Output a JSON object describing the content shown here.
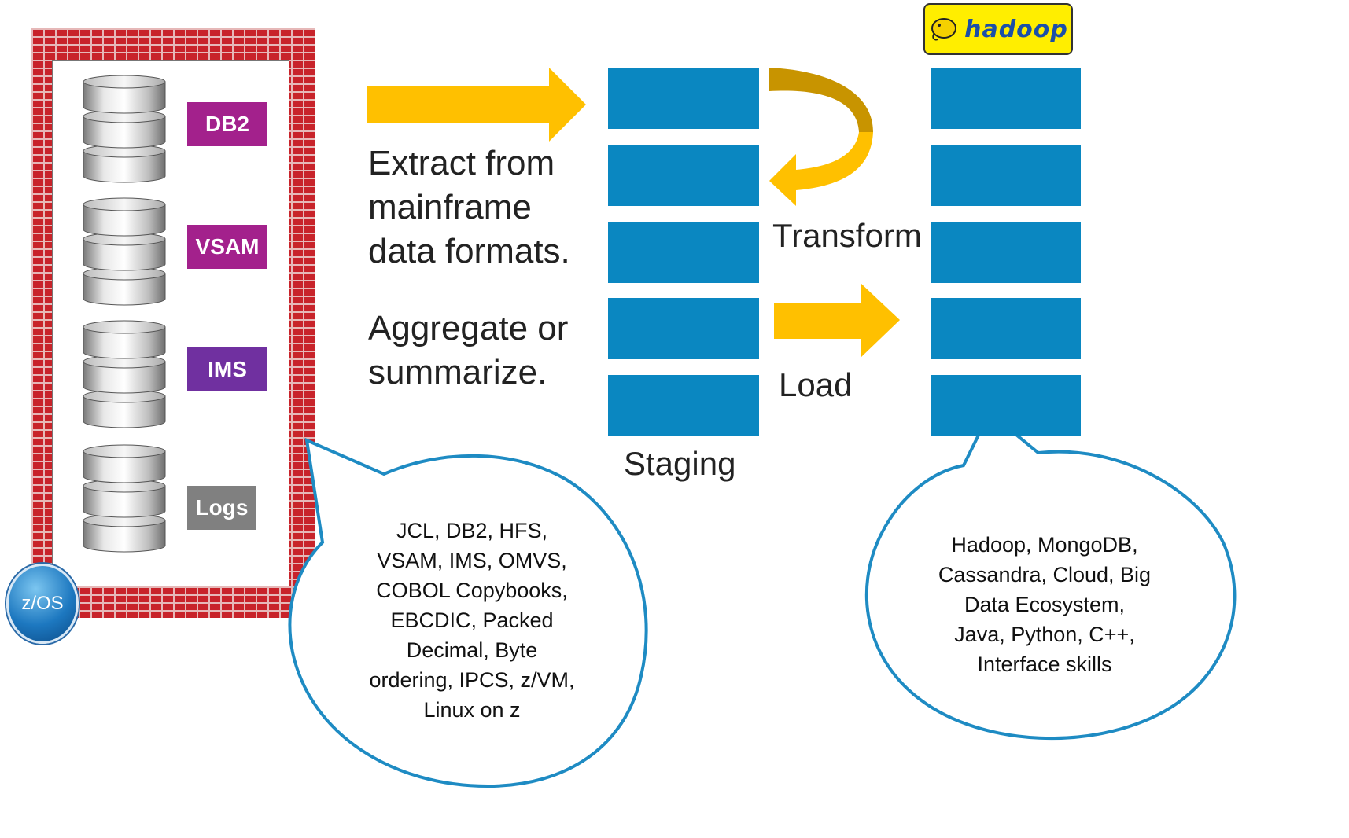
{
  "databases": [
    {
      "label": "DB2",
      "color": "#a3218c"
    },
    {
      "label": "VSAM",
      "color": "#a3218c"
    },
    {
      "label": "IMS",
      "color": "#7030a0"
    },
    {
      "label": "Logs",
      "color": "#808080"
    }
  ],
  "zos_badge": "z/OS",
  "extract_text": [
    "Extract from",
    "mainframe",
    "data formats."
  ],
  "aggregate_text": [
    "Aggregate or",
    "summarize."
  ],
  "transform_label": "Transform",
  "load_label": "Load",
  "staging_label": "Staging",
  "hadoop_logo_text": "hadoop",
  "left_bubble_lines": [
    "JCL, DB2, HFS,",
    "VSAM, IMS, OMVS,",
    "COBOL Copybooks,",
    "EBCDIC, Packed",
    "Decimal, Byte",
    "ordering, IPCS, z/VM,",
    "Linux on z"
  ],
  "right_bubble_lines": [
    "Hadoop, MongoDB,",
    "Cassandra, Cloud, Big",
    "Data Ecosystem,",
    "Java, Python, C++,",
    "Interface skills"
  ],
  "colors": {
    "arrow": "#ffc000",
    "arrow_dark": "#c89400",
    "block": "#0a87c1",
    "bubble_border": "#1e8bc3",
    "wall": "#c8232a"
  }
}
